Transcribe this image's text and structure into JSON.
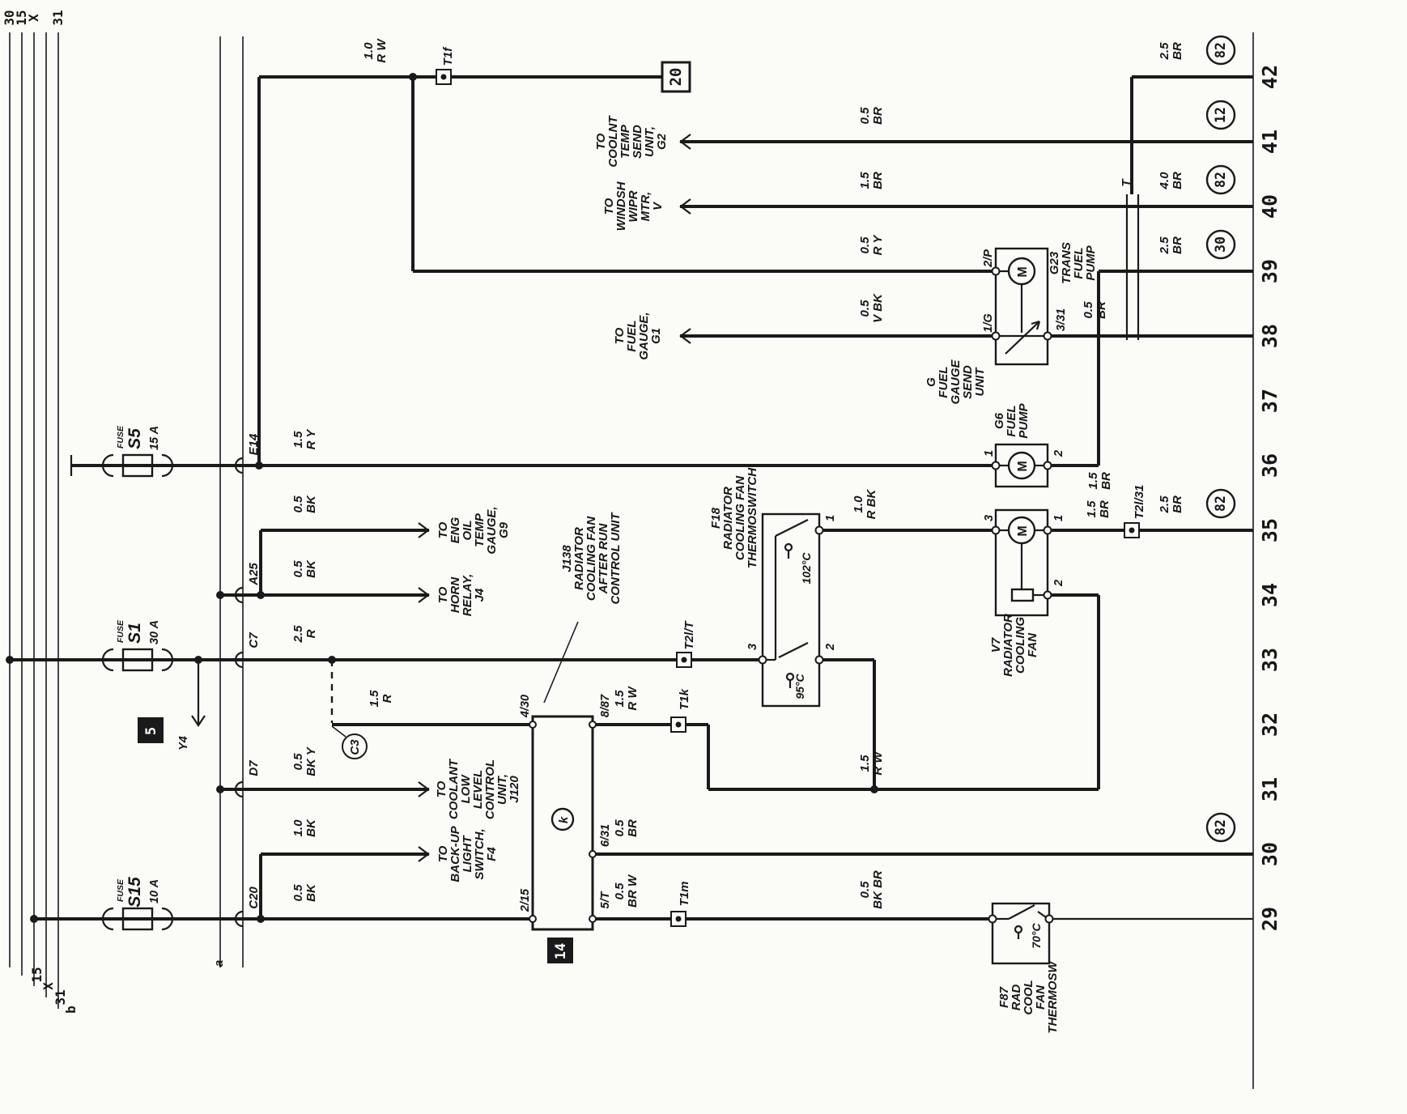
{
  "bus": {
    "top_labels": [
      "30",
      "15",
      "X",
      "31"
    ],
    "bottom_labels": [
      "15",
      "X",
      "31",
      "b"
    ],
    "panel_a": "a"
  },
  "fuses": [
    {
      "caption": "FUSE",
      "name": "S5",
      "rating": "15 A"
    },
    {
      "caption": "FUSE",
      "name": "S1",
      "rating": "30 A"
    },
    {
      "caption": "FUSE",
      "name": "S15",
      "rating": "10 A"
    }
  ],
  "panel_connectors": [
    "E14",
    "A25",
    "C7",
    "D7",
    "C20"
  ],
  "wire_labels": [
    [
      "1.0",
      "R W"
    ],
    [
      "0.5",
      "BR"
    ],
    [
      "1.5",
      "BR"
    ],
    [
      "0.5",
      "R Y"
    ],
    [
      "0.5",
      "V BK"
    ],
    [
      "1.5",
      "R Y"
    ],
    [
      "0.5",
      "BK"
    ],
    [
      "0.5",
      "BK"
    ],
    [
      "2.5",
      "R"
    ],
    [
      "1.5",
      "R"
    ],
    [
      "1.5",
      "R W"
    ],
    [
      "0.5",
      "BK Y"
    ],
    [
      "1.5",
      "R W"
    ],
    [
      "1.0",
      "BK"
    ],
    [
      "0.5",
      "BR"
    ],
    [
      "0.5",
      "BK"
    ],
    [
      "0.5",
      "BR W"
    ],
    [
      "0.5",
      "BK BR"
    ],
    [
      "1.0",
      "R BK"
    ],
    [
      "1.5",
      "BR"
    ],
    [
      "2.5",
      "BR"
    ],
    [
      "1.5",
      "BR"
    ],
    [
      "0.5",
      "BR"
    ],
    [
      "2.5",
      "BR"
    ],
    [
      "4.0",
      "BR"
    ],
    [
      "2.5",
      "BR"
    ]
  ],
  "to_labels": [
    [
      "TO",
      "COOLNT",
      "TEMP",
      "SEND",
      "UNIT,",
      "G2"
    ],
    [
      "TO",
      "WINDSH",
      "WIPR",
      "MTR,",
      "V"
    ],
    [
      "TO",
      "FUEL",
      "GAUGE,",
      "G1"
    ],
    [
      "TO",
      "ENG",
      "OIL",
      "TEMP",
      "GAUGE,",
      "G9"
    ],
    [
      "TO",
      "HORN",
      "RELAY,",
      "J4"
    ],
    [
      "TO",
      "COOLANT",
      "LOW",
      "LEVEL",
      "CONTROL",
      "UNIT,",
      "J120"
    ],
    [
      "TO",
      "BACK-UP",
      "LIGHT",
      "SWITCH,",
      "F4"
    ]
  ],
  "components": {
    "j138": {
      "label_lines": [
        "J138",
        "RADIATOR",
        "COOLING FAN",
        "AFTER RUN",
        "CONTROL UNIT"
      ],
      "terminals": {
        "t430": "4/30",
        "t887": "8/87",
        "t631": "6/31",
        "t215": "2/15",
        "t5t": "5/T"
      },
      "relay_letter": "k",
      "position_tag": "14"
    },
    "f18": {
      "label_lines": [
        "F18",
        "RADIATOR",
        "COOLING FAN",
        "THERMOSWITCH"
      ],
      "temp_stage2": "102°C",
      "temp_stage1": "95°C",
      "terminals": {
        "t1": "1",
        "t3": "3",
        "t2": "2"
      }
    },
    "g23": {
      "label_lines": [
        "G23",
        "TRANS",
        "FUEL",
        "PUMP"
      ],
      "terminal": "2/P",
      "motor_letter": "M"
    },
    "g_sender": {
      "label_lines": [
        "G",
        "FUEL",
        "GAUGE",
        "SEND",
        "UNIT"
      ],
      "terminal_left": "1/G",
      "terminal_right": "3/31"
    },
    "g6": {
      "label_lines": [
        "G6",
        "FUEL",
        "PUMP"
      ],
      "terminal_left": "1",
      "terminal_right": "2",
      "motor_letter": "M"
    },
    "v7": {
      "label_lines": [
        "V7",
        "RADIATOR",
        "COOLING",
        "FAN"
      ],
      "terminal_3": "3",
      "terminal_1": "1",
      "terminal_2": "2",
      "motor_letter": "M"
    },
    "f87": {
      "label_lines": [
        "F87",
        "RAD",
        "COOL",
        "FAN",
        "THERMOSW"
      ],
      "temp": "70°C"
    },
    "y4": {
      "name": "Y4",
      "position_tag": "5"
    }
  },
  "connectors": {
    "t1f": "T1f",
    "t2l_t": "T2l/T",
    "t1k": "T1k",
    "t1m": "T1m",
    "t2l_31": "T2l/31",
    "t_main": "T",
    "c3": "C3",
    "ref_box_20": "20"
  },
  "ref_circles": [
    "82",
    "12",
    "82",
    "30",
    "82",
    "82"
  ],
  "track_numbers": [
    "42",
    "41",
    "40",
    "39",
    "38",
    "37",
    "36",
    "35",
    "34",
    "33",
    "32",
    "31",
    "30",
    "29"
  ]
}
